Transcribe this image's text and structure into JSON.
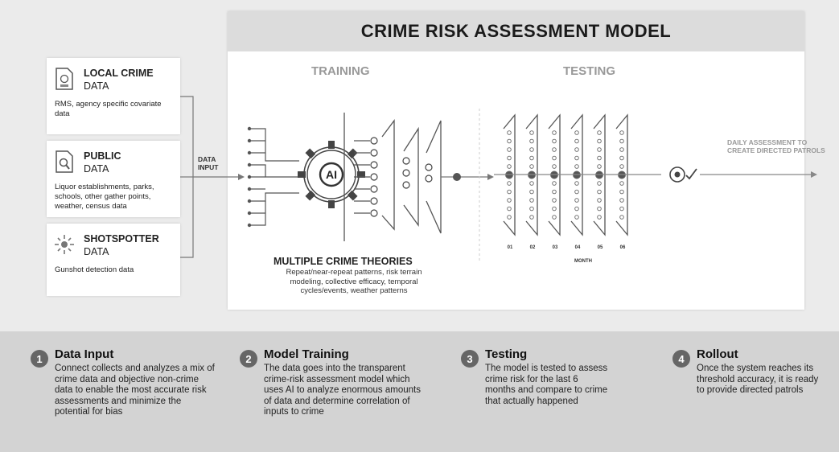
{
  "title": "CRIME RISK ASSESSMENT MODEL",
  "sources": [
    {
      "title": "LOCAL CRIME",
      "subtitle": "DATA",
      "desc": "RMS, agency specific covariate data",
      "icon": "document-icon"
    },
    {
      "title": "PUBLIC",
      "subtitle": "DATA",
      "desc": "Liquor establishments, parks, schools, other gather points, weather, census data",
      "icon": "search-document-icon"
    },
    {
      "title": "SHOTSPOTTER",
      "subtitle": "DATA",
      "desc": "Gunshot detection data",
      "icon": "shotspotter-icon"
    }
  ],
  "data_input_label": "DATA INPUT",
  "training": {
    "label": "TRAINING",
    "ai_label": "AI",
    "theories_title": "MULTIPLE CRIME THEORIES",
    "theories_desc": "Repeat/near-repeat patterns, risk terrain modeling, collective efficacy, temporal cycles/events, weather patterns"
  },
  "testing": {
    "label": "TESTING",
    "months": [
      "01",
      "02",
      "03",
      "04",
      "05",
      "06"
    ],
    "axis_label": "MONTH"
  },
  "output_label": "DAILY ASSESSMENT TO CREATE DIRECTED PATROLS",
  "steps": [
    {
      "num": "1",
      "title": "Data Input",
      "desc": "Connect collects and analyzes a mix of crime data and objective non-crime data to enable the most accurate risk assessments and minimize the potential for bias"
    },
    {
      "num": "2",
      "title": "Model Training",
      "desc": "The data goes into the transparent crime-risk assessment model which uses AI to analyze enormous amounts of data and determine correlation of inputs to crime"
    },
    {
      "num": "3",
      "title": "Testing",
      "desc": "The model is tested to assess crime risk for the last 6 months and compare to crime that actually happened"
    },
    {
      "num": "4",
      "title": "Rollout",
      "desc": "Once the system reaches its threshold accuracy, it is ready to provide directed patrols"
    }
  ]
}
